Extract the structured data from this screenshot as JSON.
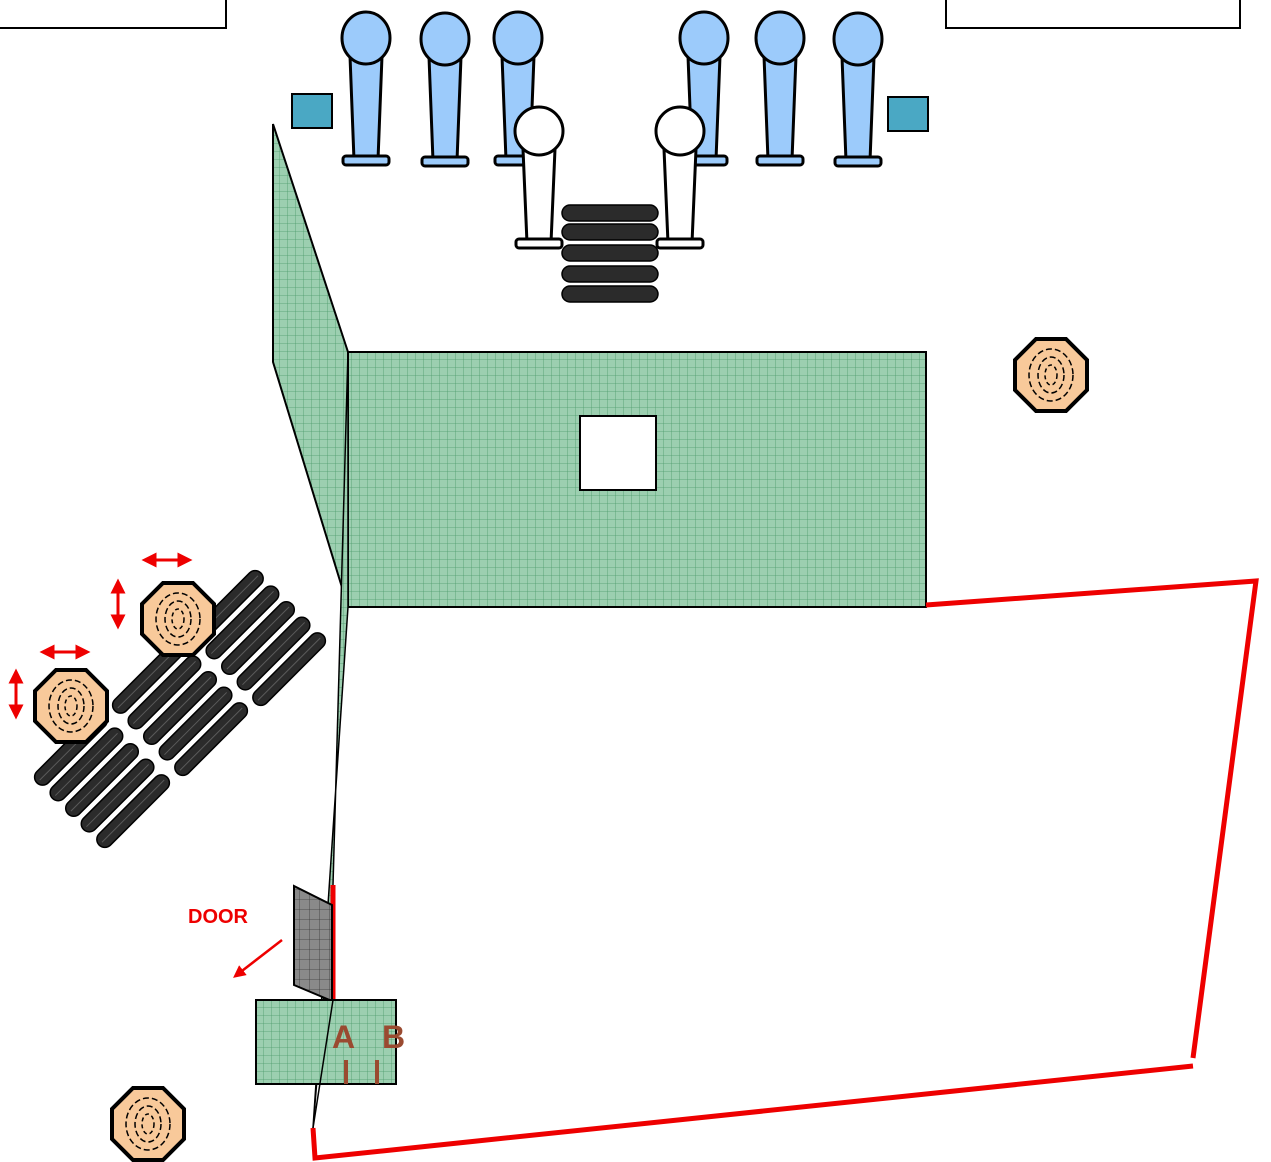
{
  "labels": {
    "door": "DOOR",
    "position_a": "A",
    "position_b": "B"
  },
  "colors": {
    "wall_fill": "#9ccfb0",
    "wall_grid": "#4c9a6c",
    "door_fill": "#8a8a8a",
    "boundary": "#ee0000",
    "target_blue": "#9ccbfb",
    "target_white": "#ffffff",
    "box_teal": "#4aa8c4",
    "tire": "#2b2b2b",
    "steel_target": "#f8c99a",
    "label_red": "#ee0000",
    "label_brown": "#9a4a30"
  },
  "icons": {
    "blue_target": "paper-target-icon",
    "white_target": "no-shoot-target-icon",
    "tire_stack": "tire-stack-icon",
    "steel_target": "steel-popper-icon",
    "movement_arrow": "double-arrow-icon",
    "box": "barrel-icon"
  },
  "counts": {
    "blue_targets": 6,
    "white_targets": 2,
    "steel_targets": 4,
    "tire_stacks": 5
  }
}
